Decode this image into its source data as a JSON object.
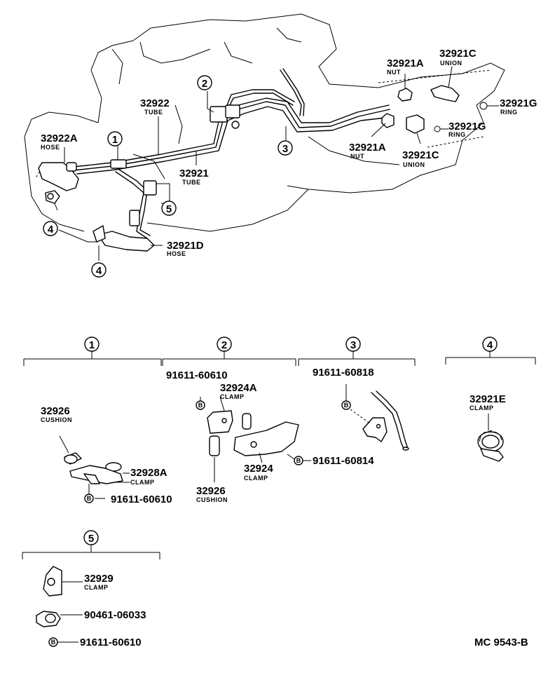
{
  "callouts": [
    "1",
    "2",
    "3",
    "4",
    "5"
  ],
  "parts": {
    "p32922": {
      "number": "32922",
      "name": "TUBE"
    },
    "p32922A": {
      "number": "32922A",
      "name": "HOSE"
    },
    "p32921": {
      "number": "32921",
      "name": "TUBE"
    },
    "p32921D": {
      "number": "32921D",
      "name": "HOSE"
    },
    "p32921A_top": {
      "number": "32921A",
      "name": "NUT"
    },
    "p32921A_bot": {
      "number": "32921A",
      "name": "NUT"
    },
    "p32921C_top": {
      "number": "32921C",
      "name": "UNION"
    },
    "p32921C_bot": {
      "number": "32921C",
      "name": "UNION"
    },
    "p32921G_top": {
      "number": "32921G",
      "name": "RING"
    },
    "p32921G_bot": {
      "number": "32921G",
      "name": "RING"
    },
    "d1_cushion": {
      "number": "32926",
      "name": "CUSHION"
    },
    "d1_clamp": {
      "number": "32928A",
      "name": "CLAMP"
    },
    "d1_bolt": {
      "number": "91611-60610"
    },
    "d2_bolt_top": {
      "number": "91611-60610"
    },
    "d2_clamp_a": {
      "number": "32924A",
      "name": "CLAMP"
    },
    "d2_clamp": {
      "number": "32924",
      "name": "CLAMP"
    },
    "d2_bolt_right": {
      "number": "91611-60814"
    },
    "d2_cushion": {
      "number": "32926",
      "name": "CUSHION"
    },
    "d3_bolt": {
      "number": "91611-60818"
    },
    "d4_clamp": {
      "number": "32921E",
      "name": "CLAMP"
    },
    "d5_clamp": {
      "number": "32929",
      "name": "CLAMP"
    },
    "d5_cushion": {
      "number": "90461-06033"
    },
    "d5_bolt": {
      "number": "91611-60610"
    }
  },
  "bolt_symbol": "B",
  "drawing_code": "MC 9543-B"
}
